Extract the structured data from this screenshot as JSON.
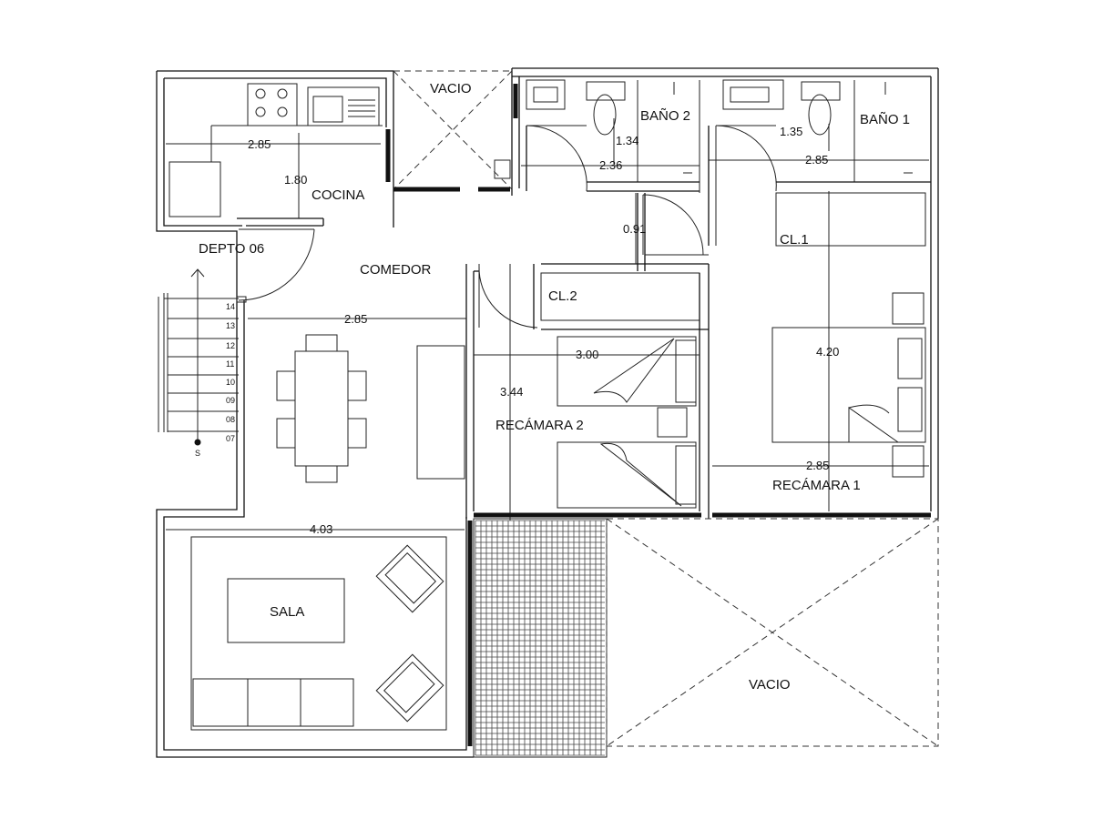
{
  "rooms": {
    "vacio_top": "VACIO",
    "bano2": "BAÑO 2",
    "bano1": "BAÑO 1",
    "cocina": "COCINA",
    "depto": "DEPTO 06",
    "comedor": "COMEDOR",
    "cl1": "CL.1",
    "cl2": "CL.2",
    "recamara2": "RECÁMARA 2",
    "recamara1": "RECÁMARA 1",
    "sala": "SALA",
    "vacio_bottom": "VACIO"
  },
  "dimensions": {
    "cocina_width": "2.85",
    "cocina_depth": "1.80",
    "bano2_depth": "1.34",
    "bano2_width": "2.36",
    "bano1_depth": "1.35",
    "bano1_width": "2.85",
    "hall_width": "0.91",
    "comedor_width": "2.85",
    "recamara2_width": "3.00",
    "recamara2_depth": "3.44",
    "recamara1_depth": "4.20",
    "recamara1_width": "2.85",
    "sala_width": "4.03"
  },
  "stairs": {
    "steps": [
      "14",
      "13",
      "12",
      "11",
      "10",
      "09",
      "08",
      "07"
    ],
    "direction": "S"
  }
}
